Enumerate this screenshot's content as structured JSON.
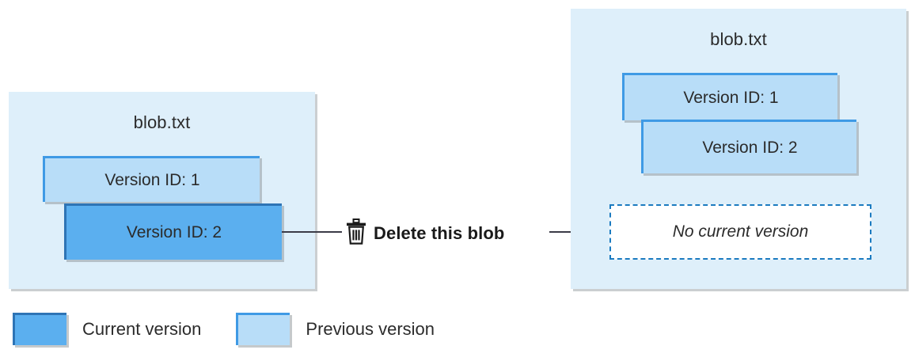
{
  "diagram": {
    "title_left": "blob.txt",
    "title_right": "blob.txt",
    "left_panel": {
      "label": "blob.txt",
      "versions": [
        {
          "label": "Version ID: 1",
          "state": "previous"
        },
        {
          "label": "Version ID: 2",
          "state": "current"
        }
      ]
    },
    "right_panel": {
      "label": "blob.txt",
      "versions": [
        {
          "label": "Version ID: 1",
          "state": "previous"
        },
        {
          "label": "Version ID: 2",
          "state": "previous"
        }
      ],
      "no_current": "No current version"
    },
    "action": {
      "label": "Delete this blob",
      "icon": "trash-icon"
    },
    "legend": [
      {
        "label": "Current version",
        "state": "current",
        "color": "#5BAFEF"
      },
      {
        "label": "Previous version",
        "state": "previous",
        "color": "#B8DDF8"
      }
    ],
    "colors": {
      "panel_background": "#DEEFFA",
      "current_version": "#5BAFEF",
      "current_version_border": "#2E74B5",
      "previous_version": "#B8DDF8",
      "previous_version_border": "#3F9AE5",
      "dashed_border": "#1B7BC0",
      "connector": "#3B3B47",
      "text": "#2B2B2B"
    }
  }
}
